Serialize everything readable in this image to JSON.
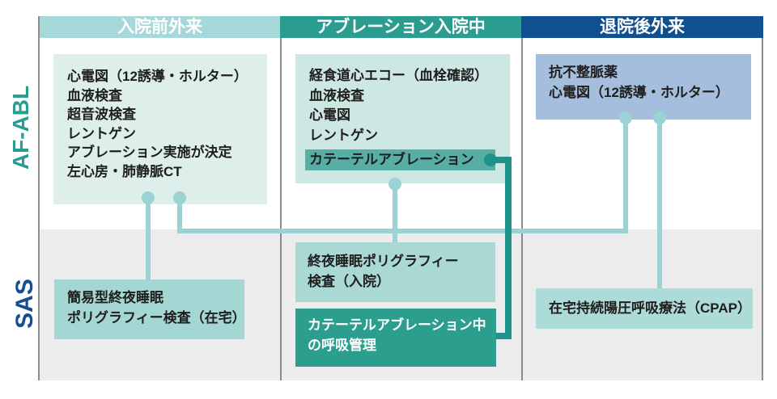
{
  "diagram": {
    "row_labels": {
      "af_abl": "AF-ABL",
      "sas": "SAS"
    },
    "column_headers": {
      "pre_admission": "入院前外来",
      "during_admission": "アブレーション入院中",
      "post_discharge": "退院後外来"
    },
    "af_abl": {
      "pre_box": {
        "lines": [
          "心電図（12誘導・ホルター）",
          "血液検査",
          "超音波検査",
          "レントゲン",
          "アブレーション実施が決定",
          "左心房・肺静脈CT"
        ]
      },
      "during_box": {
        "lines": [
          "経食道心エコー（血栓確認）",
          "血液検査",
          "心電図",
          "レントゲン"
        ],
        "highlight": "カテーテルアブレーション"
      },
      "post_box": {
        "lines": [
          "抗不整脈薬",
          "心電図（12誘導・ホルター）"
        ]
      }
    },
    "sas": {
      "pre_box": {
        "lines": [
          "簡易型終夜睡眠",
          "ポリグラフィー検査（在宅）"
        ]
      },
      "during_box1": {
        "lines": [
          "終夜睡眠ポリグラフィー",
          "検査（入院）"
        ]
      },
      "during_box2": {
        "lines": [
          "カテーテルアブレーション中",
          "の呼吸管理"
        ]
      },
      "post_box": {
        "lines": [
          "在宅持続陽圧呼吸療法（CPAP）"
        ]
      }
    },
    "connections": [
      {
        "from": "入院前外来ボックス",
        "to": "簡易型終夜睡眠ポリグラフィー検査（在宅）",
        "style": "light"
      },
      {
        "from": "入院前外来ボックス",
        "to": "退院後外来ボックス",
        "style": "light"
      },
      {
        "from": "アブレーション入院中ボックス",
        "to": "終夜睡眠ポリグラフィー検査（入院）",
        "style": "light"
      },
      {
        "from": "カテーテルアブレーション",
        "to": "カテーテルアブレーション中の呼吸管理",
        "style": "dark"
      },
      {
        "from": "退院後外来ボックス",
        "to": "在宅持続陽圧呼吸療法（CPAP）",
        "style": "light"
      }
    ],
    "colors": {
      "header_pre_bg": "#a6d8d9",
      "header_during_bg": "#2b9c90",
      "header_post_bg": "#10508f",
      "af_pre_box_bg": "#ddeeeb",
      "af_during_box_bg": "#cde7e3",
      "highlight_bg": "#58ada4",
      "af_post_box_bg": "#a6bedd",
      "sas_row_bg": "#ececec",
      "sas_pre_box_bg": "#a4d6d4",
      "sas_during_box1_bg": "#aad8d5",
      "sas_during_box2_bg": "#2b9e8e",
      "sas_post_box_bg": "#addbd8",
      "connector_light": "#9bd2d3",
      "connector_dark": "#1e9389",
      "af_abl_label_color": "#2a9d92",
      "sas_label_color": "#164f90"
    }
  }
}
